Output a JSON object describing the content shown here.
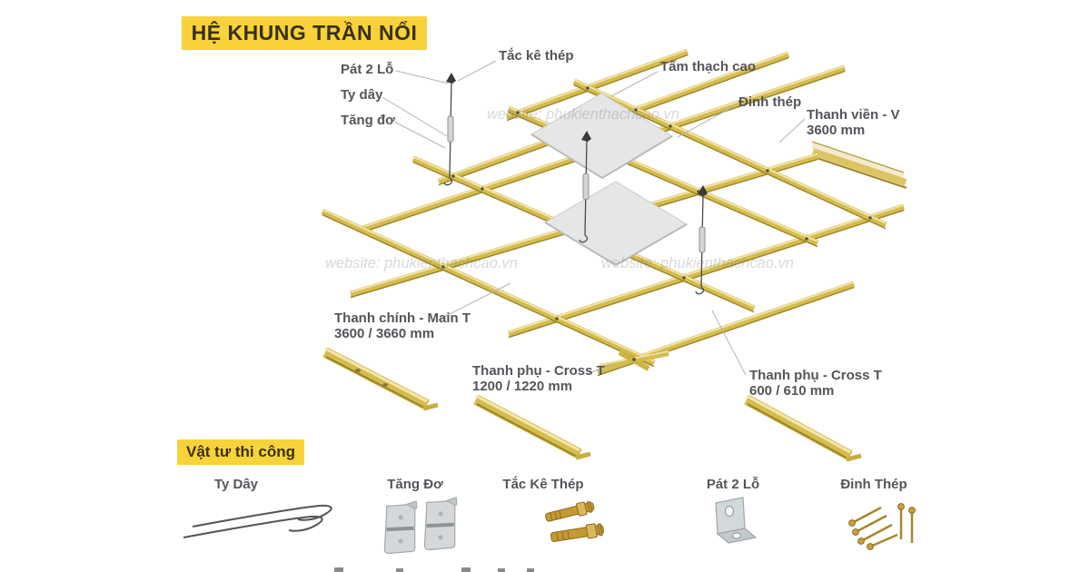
{
  "header": {
    "title": "HỆ KHUNG TRẦN NỔI"
  },
  "watermark": {
    "text": "website: phukienthachcao.vn"
  },
  "callouts": {
    "pat_2_lo": "Pát 2 Lỗ",
    "ty_day": "Ty dây",
    "tang_do": "Tăng đơ",
    "tac_ke_thep": "Tắc kê thép",
    "tam_thach_cao": "Tấm thạch cao",
    "dinh_thep": "Đinh thép",
    "thanh_vien": {
      "name": "Thanh viền - V",
      "size": "3600 mm"
    },
    "thanh_chinh": {
      "name": "Thanh chính - Main T",
      "size": "3600 / 3660 mm"
    },
    "thanh_phu_1200": {
      "name": "Thanh phụ - Cross T",
      "size": "1200 / 1220 mm"
    },
    "thanh_phu_600": {
      "name": "Thanh phụ - Cross T",
      "size": "600 / 610 mm"
    }
  },
  "materials": {
    "heading": "Vật tư thi công",
    "items": [
      {
        "label": "Ty Dây",
        "icon": "wire-hanger-icon"
      },
      {
        "label": "Tăng Đơ",
        "icon": "turnbuckle-clip-icon"
      },
      {
        "label": "Tắc Kê Thép",
        "icon": "steel-anchor-icon"
      },
      {
        "label": "Pát 2 Lỗ",
        "icon": "two-hole-bracket-icon"
      },
      {
        "label": "Đinh Thép",
        "icon": "steel-screws-icon"
      }
    ]
  },
  "colors": {
    "accent_yellow": "#F8D23A",
    "bar_gold": "#D5BC4E",
    "bar_highlight": "#F2E6AE",
    "bar_shadow": "#8F7A23",
    "label_text": "#54555A",
    "panel_grey": "#E3E5E6",
    "title_text": "#3A3118"
  }
}
